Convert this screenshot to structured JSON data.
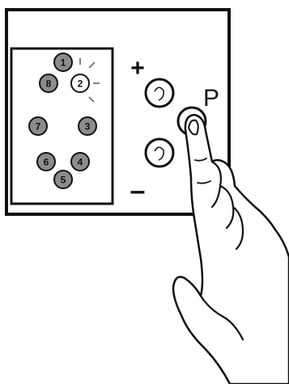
{
  "panel": {
    "leds": [
      "1",
      "2",
      "3",
      "4",
      "5",
      "6",
      "7",
      "8"
    ],
    "active_led": "2",
    "plus_symbol": "+",
    "minus_symbol": "–",
    "program_label": "P"
  },
  "colors": {
    "ink": "#111111",
    "led_fill": "#8c8c8c",
    "led_active_fill": "#ffffff",
    "background": "#ffffff"
  },
  "icons": [
    "pointing-hand-icon",
    "glow-rays-icon"
  ]
}
